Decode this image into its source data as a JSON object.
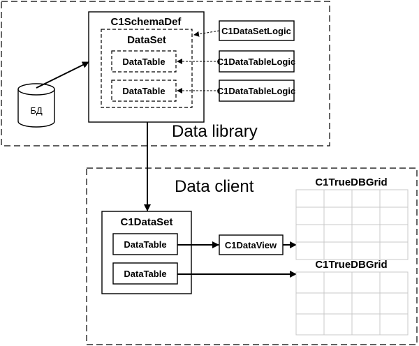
{
  "regions": {
    "library": "Data library",
    "client": "Data client"
  },
  "database": {
    "label": "БД"
  },
  "schema": {
    "title": "C1SchemaDef",
    "dataset_title": "DataSet",
    "tables": [
      "DataTable",
      "DataTable"
    ]
  },
  "logic": {
    "dataset_logic": "C1DataSetLogic",
    "table_logic": [
      "C1DataTableLogic",
      "C1DataTableLogic"
    ]
  },
  "client": {
    "dataset_title": "C1DataSet",
    "tables": [
      "DataTable",
      "DataTable"
    ],
    "dataview": "C1DataView",
    "grids": [
      "C1TrueDBGrid",
      "C1TrueDBGrid"
    ]
  },
  "colors": {
    "line": "#000000",
    "grid": "#c8c8c8"
  }
}
